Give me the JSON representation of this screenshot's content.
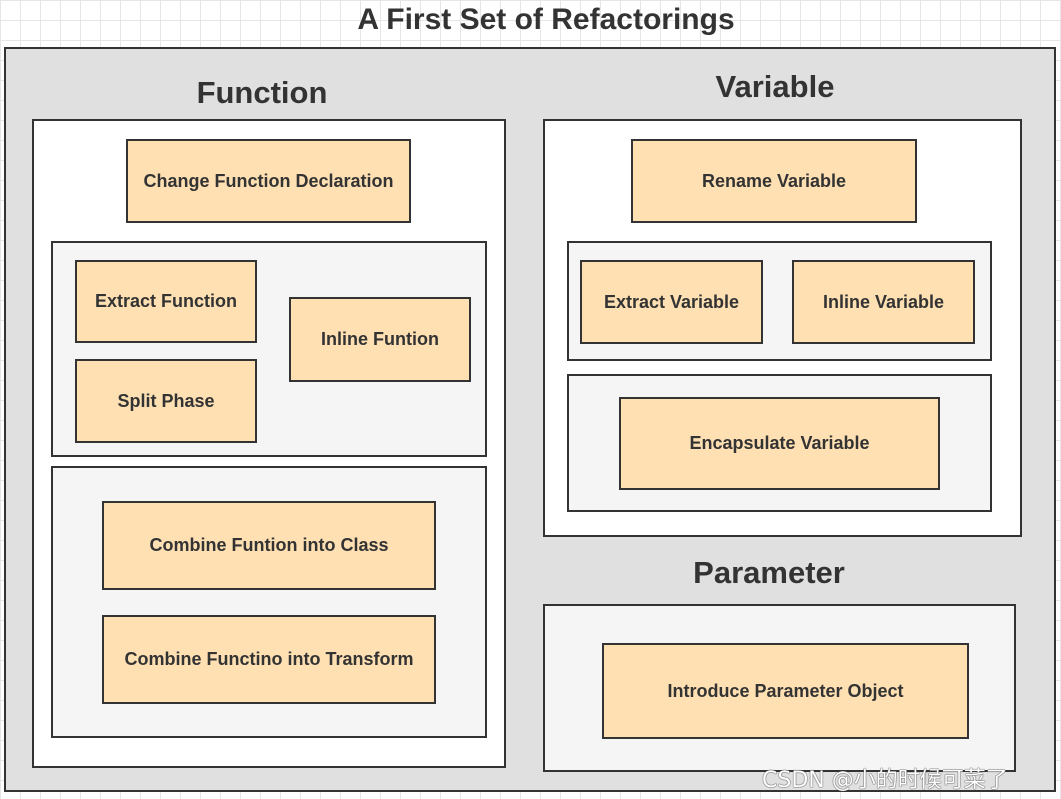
{
  "title": "A First Set of Refactorings",
  "function_section": {
    "heading": "Function",
    "change_function_declaration": "Change Function Declaration",
    "extract_function": "Extract Function",
    "inline_function": "Inline Funtion",
    "split_phase": "Split Phase",
    "combine_functions_into_class": "Combine Funtion into Class",
    "combine_functions_into_transform": "Combine Functino into Transform"
  },
  "variable_section": {
    "heading": "Variable",
    "rename_variable": "Rename Variable",
    "extract_variable": "Extract Variable",
    "inline_variable": "Inline Variable",
    "encapsulate_variable": "Encapsulate Variable"
  },
  "parameter_section": {
    "heading": "Parameter",
    "introduce_parameter_object": "Introduce Parameter Object"
  },
  "watermark": "CSDN @小的时候可菜了",
  "colors": {
    "frame_fill": "#e0e0e0",
    "panel_fill": "#ffffff",
    "group_fill": "#f5f5f5",
    "box_fill": "#ffe0b3",
    "stroke": "#333333",
    "text": "#333333"
  }
}
